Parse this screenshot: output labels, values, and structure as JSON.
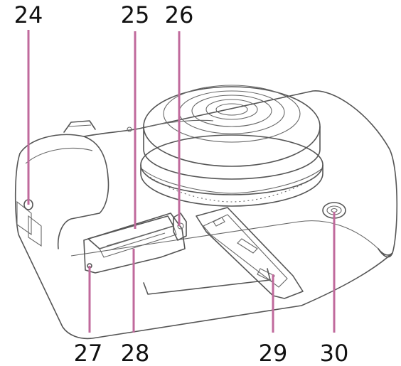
{
  "callouts": [
    {
      "id": "24",
      "label": "24"
    },
    {
      "id": "25",
      "label": "25"
    },
    {
      "id": "26",
      "label": "26"
    },
    {
      "id": "27",
      "label": "27"
    },
    {
      "id": "28",
      "label": "28"
    },
    {
      "id": "29",
      "label": "29"
    },
    {
      "id": "30",
      "label": "30"
    }
  ],
  "colors": {
    "outline": "#555555",
    "leader": "#c06a9c",
    "label": "#111111"
  }
}
